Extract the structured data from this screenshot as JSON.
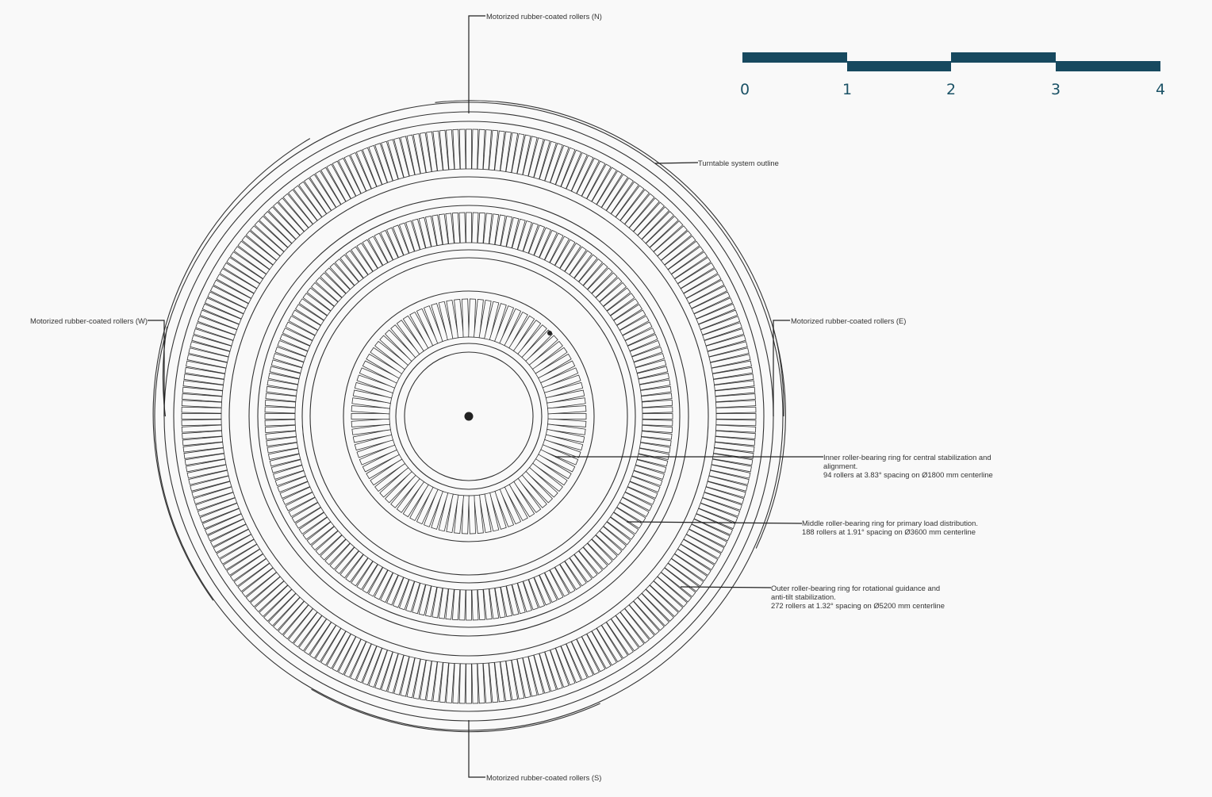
{
  "colors": {
    "background": "#f9f9f9",
    "line": "#333333",
    "scale_bar": "#17495f"
  },
  "scale_bar": {
    "ticks": [
      "0",
      "1",
      "2",
      "3",
      "4"
    ]
  },
  "labels": {
    "north": "Motorized rubber-coated rollers (N)",
    "south": "Motorized rubber-coated rollers (S)",
    "east": "Motorized rubber-coated rollers (E)",
    "west": "Motorized rubber-coated rollers (W)",
    "outline": "Turntable system outline",
    "inner_ring": [
      "Inner roller-bearing ring for central stabilization and",
      "alignment.",
      "94 rollers at 3.83° spacing on Ø1800 mm centerline"
    ],
    "middle_ring": [
      "Middle roller-bearing ring for primary load distribution.",
      "188 rollers at 1.91° spacing on Ø3600 mm centerline"
    ],
    "outer_ring": [
      "Outer roller-bearing ring for rotational guidance and",
      "anti-tilt stabilization.",
      "272 rollers at 1.32° spacing on Ø5200 mm centerline"
    ]
  },
  "rings": {
    "inner": {
      "rollers": 94,
      "spacing_deg": 3.83,
      "centerline_diameter_mm": 1800
    },
    "middle": {
      "rollers": 188,
      "spacing_deg": 1.91,
      "centerline_diameter_mm": 3600
    },
    "outer": {
      "rollers": 272,
      "spacing_deg": 1.32,
      "centerline_diameter_mm": 5200
    }
  }
}
